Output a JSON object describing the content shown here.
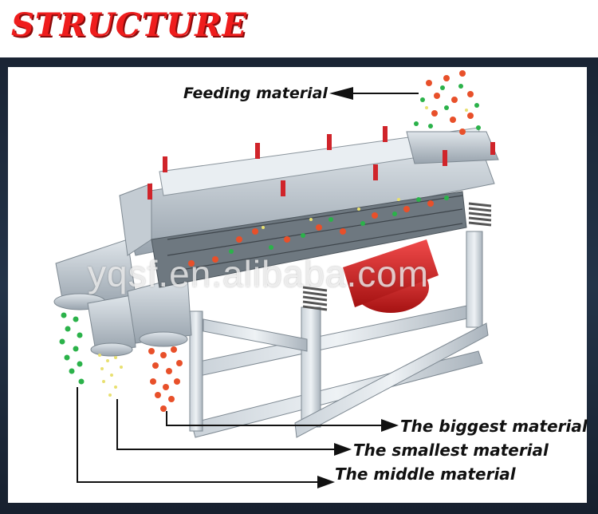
{
  "header": {
    "title": "STRUCTURE"
  },
  "labels": {
    "feeding": "Feeding material",
    "biggest": "The biggest material",
    "smallest": "The smallest material",
    "middle": "The middle material"
  },
  "watermark": "yqsf.en.alibaba.com",
  "colors": {
    "title": "#ef1d1d",
    "big_ball": "#e8502a",
    "small_ball": "#2bb24a",
    "fine_particles": "#e8e070",
    "motor": "#d62525"
  }
}
